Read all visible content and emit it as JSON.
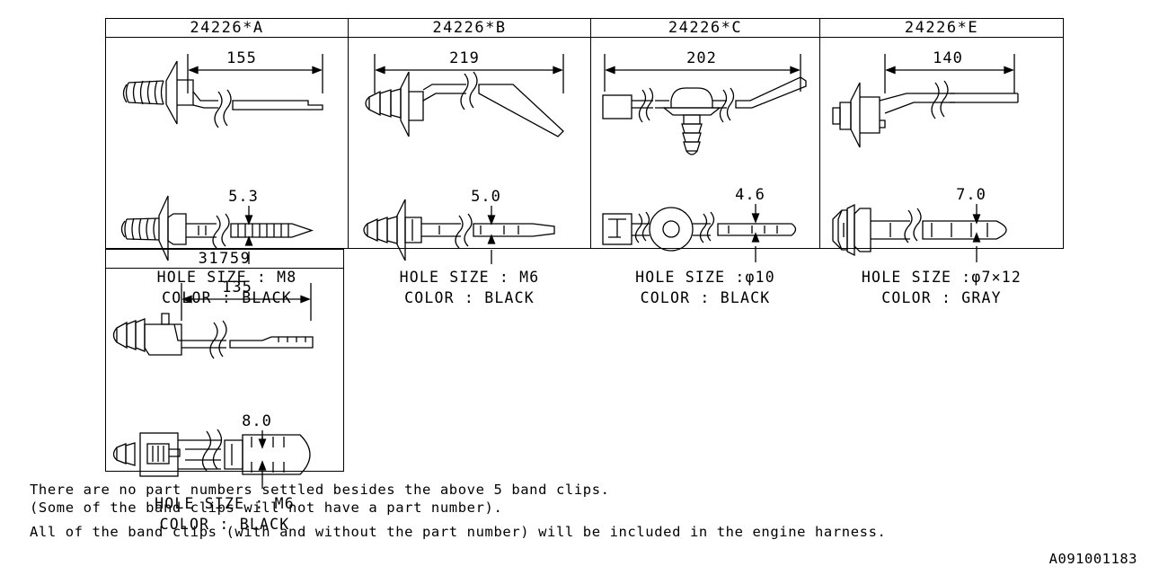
{
  "drawing_number": "A091001183",
  "table": {
    "rows": [
      {
        "cells": [
          {
            "part_number": "24226*A",
            "length": "155",
            "band_width": "5.3",
            "hole_size_label": "HOLE SIZE",
            "hole_size_value": "M8",
            "color_label": "COLOR",
            "color_value": "BLACK",
            "hole_size_line": "HOLE SIZE : M8",
            "color_line": "COLOR : BLACK",
            "clip_style": "screw-flange-band"
          },
          {
            "part_number": "24226*B",
            "length": "219",
            "band_width": "5.0",
            "hole_size_label": "HOLE SIZE",
            "hole_size_value": "M6",
            "color_label": "COLOR",
            "color_value": "BLACK",
            "hole_size_line": "HOLE SIZE : M6",
            "color_line": "COLOR : BLACK",
            "clip_style": "firtree-flange-bent-band"
          },
          {
            "part_number": "24226*C",
            "length": "202",
            "band_width": "4.6",
            "hole_size_label": "HOLE SIZE",
            "hole_size_value": "φ10",
            "color_label": "COLOR",
            "color_value": "BLACK",
            "hole_size_line": "HOLE SIZE :φ10",
            "color_line": "COLOR : BLACK",
            "clip_style": "mushroom-pin-center-band"
          },
          {
            "part_number": "24226*E",
            "length": "140",
            "band_width": "7.0",
            "hole_size_label": "HOLE SIZE",
            "hole_size_value": "φ7×12",
            "color_label": "COLOR",
            "color_value": "GRAY",
            "hole_size_line": "HOLE SIZE :φ7×12",
            "color_line": "COLOR : GRAY",
            "clip_style": "plug-flange-straight-band"
          }
        ]
      },
      {
        "cells": [
          {
            "part_number": "31759",
            "length": "135",
            "band_width": "8.0",
            "hole_size_label": "HOLE SIZE",
            "hole_size_value": "M6",
            "color_label": "COLOR",
            "color_value": "BLACK",
            "hole_size_line": "HOLE SIZE : M6",
            "color_line": "COLOR : BLACK",
            "clip_style": "firtree-housing-band"
          }
        ]
      }
    ]
  },
  "notes": [
    "There are no part numbers settled besides the above 5 band clips.",
    "(Some of the band clips will not have a part number).",
    "All of the band clips (with and without the part number) will be included in the engine harness."
  ]
}
